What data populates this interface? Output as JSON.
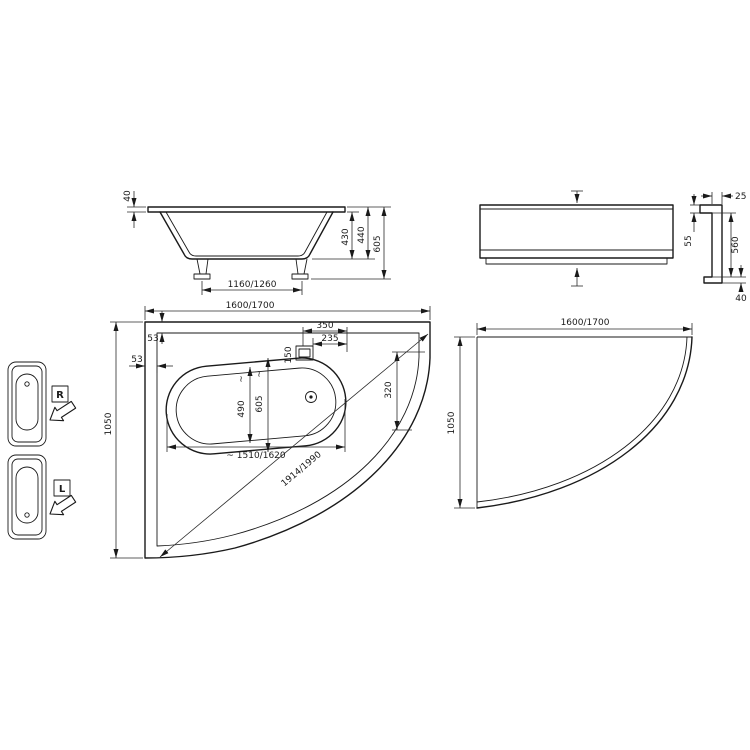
{
  "side": {
    "rim_height": "40",
    "depth_inner": "430",
    "depth_outer": "440",
    "height_total": "605",
    "feet_spacing": "1160/1260"
  },
  "panel_profile": {
    "top_width": "25",
    "lip_height": "55",
    "face_height": "560",
    "foot_height": "40"
  },
  "plan": {
    "length": "1600/1700",
    "width": "1050",
    "rim_top": "53",
    "rim_side": "53",
    "tap_offset": "350",
    "overflow_offset": "235",
    "tap_block": "150",
    "end_width": "320",
    "well_width_outer": "605",
    "well_width_inner": "490",
    "well_length": "~ 1510/1620",
    "diagonal": "1914/1990",
    "approx": "~"
  },
  "panel_plan": {
    "length": "1600/1700",
    "width": "1050"
  },
  "orientation": {
    "right": "R",
    "left": "L"
  }
}
